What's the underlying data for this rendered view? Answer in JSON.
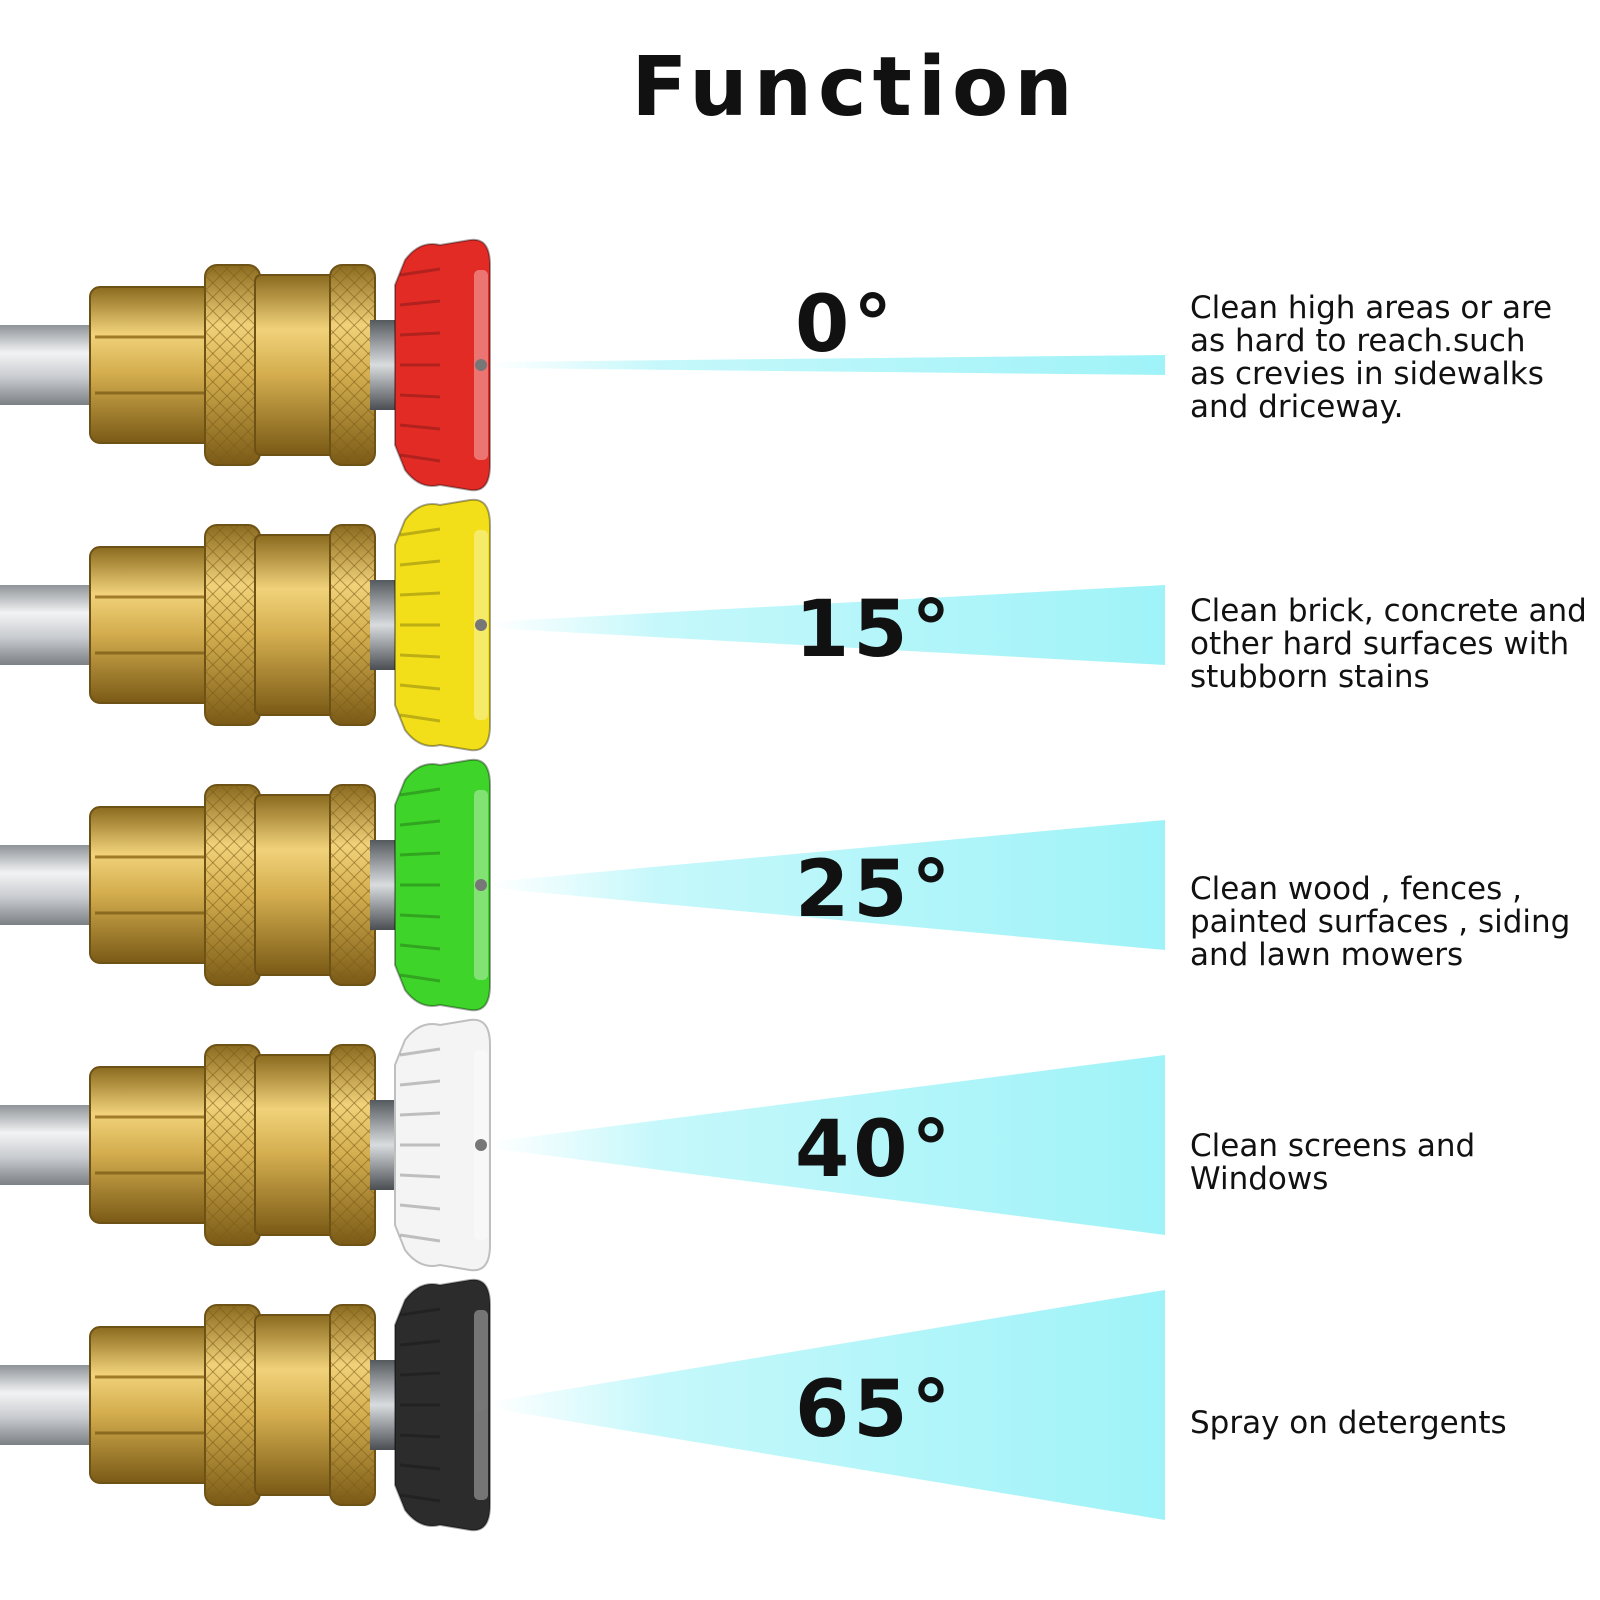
{
  "title": "Function",
  "nozzles": [
    {
      "angle": "0°",
      "tip_color": "#e32b26",
      "desc": [
        "Clean high areas or are",
        "as hard to reach.such",
        "as crevies in sidewalks",
        "and driceway."
      ]
    },
    {
      "angle": "15°",
      "tip_color": "#f2df1a",
      "desc": [
        "Clean brick, concrete and",
        "other hard surfaces with",
        "stubborn stains"
      ]
    },
    {
      "angle": "25°",
      "tip_color": "#3fd42a",
      "desc": [
        "Clean wood , fences ,",
        "painted surfaces , siding",
        "and lawn mowers"
      ]
    },
    {
      "angle": "40°",
      "tip_color": "#f4f4f4",
      "desc": [
        "Clean screens and",
        "Windows"
      ]
    },
    {
      "angle": "65°",
      "tip_color": "#2c2c2c",
      "desc": [
        "Spray on detergents"
      ]
    }
  ],
  "colors": {
    "spray": "#9ff3f8",
    "brass": "#c9a54a",
    "rod": "#b8bcc0"
  }
}
